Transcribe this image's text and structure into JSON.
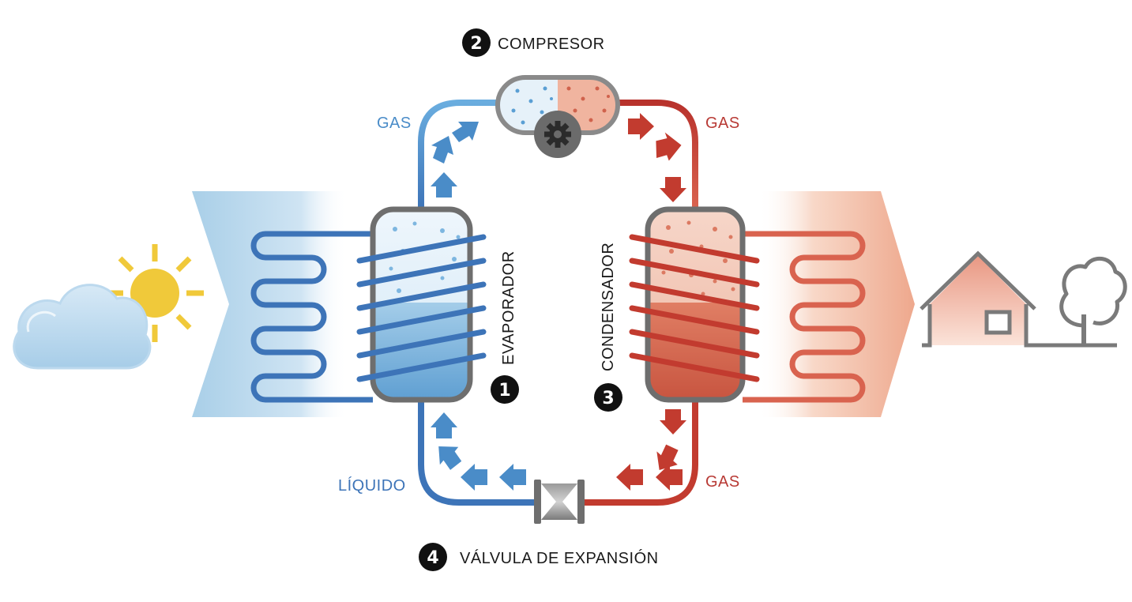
{
  "labels": {
    "compresor": "COMPRESOR",
    "evaporador": "EVAPORADOR",
    "condensador": "CONDENSADOR",
    "valvula": "VÁLVULA DE EXPANSIÓN",
    "gas_top_left": "GAS",
    "gas_top_right": "GAS",
    "gas_bottom_right": "GAS",
    "liquido": "LÍQUIDO"
  },
  "badges": {
    "evaporador": "1",
    "compresor": "2",
    "condensador": "3",
    "valvula": "4"
  },
  "colors": {
    "cold": "#3d74b8",
    "cold_light": "#5a9fd4",
    "hot": "#c23b2f",
    "hot_light": "#d9634f",
    "label_blue": "#4a8cc8",
    "label_red": "#b83a35",
    "label_dark": "#1a1a1a",
    "metal": "#6e6e6e",
    "sun": "#f0c93a"
  },
  "icons": [
    "sun-icon",
    "cloud-icon",
    "house-icon",
    "tree-icon",
    "gear-icon",
    "valve-icon"
  ]
}
